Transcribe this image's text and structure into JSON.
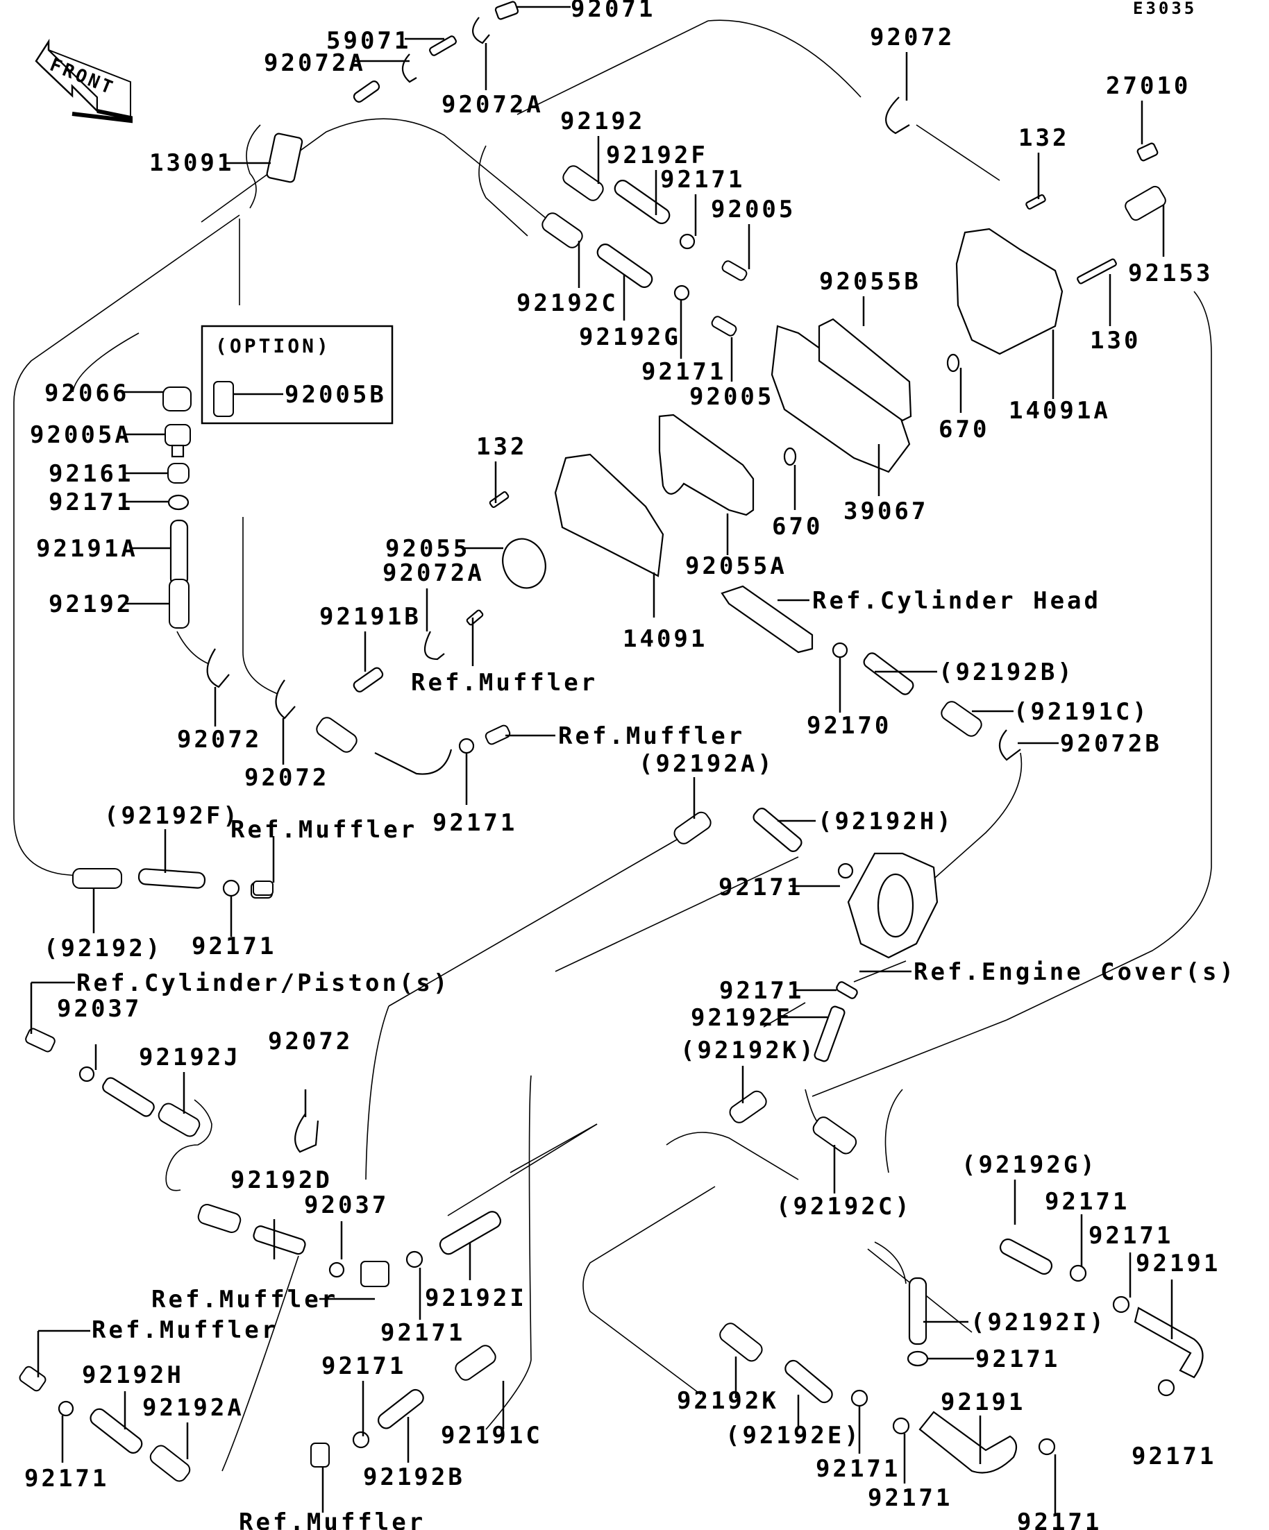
{
  "diagram": {
    "code": "E3035",
    "front_arrow": "FRONT",
    "option_box_title": "(OPTION)",
    "labels": [
      {
        "id": "l-92071",
        "text": "92071"
      },
      {
        "id": "l-59071",
        "text": "59071"
      },
      {
        "id": "l-92072A-1",
        "text": "92072A"
      },
      {
        "id": "l-92072A-2",
        "text": "92072A"
      },
      {
        "id": "l-13091",
        "text": "13091"
      },
      {
        "id": "l-92072-top",
        "text": "92072"
      },
      {
        "id": "l-27010",
        "text": "27010"
      },
      {
        "id": "l-132-top",
        "text": "132"
      },
      {
        "id": "l-92153",
        "text": "92153"
      },
      {
        "id": "l-130",
        "text": "130"
      },
      {
        "id": "l-14091A",
        "text": "14091A"
      },
      {
        "id": "l-92192-top",
        "text": "92192"
      },
      {
        "id": "l-92192F-top",
        "text": "92192F"
      },
      {
        "id": "l-92171-top",
        "text": "92171"
      },
      {
        "id": "l-92005-top",
        "text": "92005"
      },
      {
        "id": "l-92055B",
        "text": "92055B"
      },
      {
        "id": "l-92192C-top",
        "text": "92192C"
      },
      {
        "id": "l-92192G-top",
        "text": "92192G"
      },
      {
        "id": "l-92171-mid",
        "text": "92171"
      },
      {
        "id": "l-92005-mid",
        "text": "92005"
      },
      {
        "id": "l-670-right",
        "text": "670"
      },
      {
        "id": "l-670-mid",
        "text": "670"
      },
      {
        "id": "l-39067",
        "text": "39067"
      },
      {
        "id": "l-92066",
        "text": "92066"
      },
      {
        "id": "l-92005B",
        "text": "92005B"
      },
      {
        "id": "l-92005A",
        "text": "92005A"
      },
      {
        "id": "l-92161",
        "text": "92161"
      },
      {
        "id": "l-92171-left",
        "text": "92171"
      },
      {
        "id": "l-92191A",
        "text": "92191A"
      },
      {
        "id": "l-92192-left",
        "text": "92192"
      },
      {
        "id": "l-132-mid",
        "text": "132"
      },
      {
        "id": "l-92055",
        "text": "92055"
      },
      {
        "id": "l-92072A-3",
        "text": "92072A"
      },
      {
        "id": "l-92055A",
        "text": "92055A"
      },
      {
        "id": "l-14091",
        "text": "14091"
      },
      {
        "id": "l-ref-cyl-head",
        "text": "Ref.Cylinder Head"
      },
      {
        "id": "l-92191B",
        "text": "92191B"
      },
      {
        "id": "l-ref-muffler-1",
        "text": "Ref.Muffler"
      },
      {
        "id": "l-92192B-p",
        "text": "(92192B)"
      },
      {
        "id": "l-92170",
        "text": "92170"
      },
      {
        "id": "l-92191C-p",
        "text": "(92191C)"
      },
      {
        "id": "l-92072B",
        "text": "92072B"
      },
      {
        "id": "l-92072-a",
        "text": "92072"
      },
      {
        "id": "l-92072-b",
        "text": "92072"
      },
      {
        "id": "l-ref-muffler-2",
        "text": "Ref.Muffler"
      },
      {
        "id": "l-92171-c",
        "text": "92171"
      },
      {
        "id": "l-92192A-p",
        "text": "(92192A)"
      },
      {
        "id": "l-92192H-p",
        "text": "(92192H)"
      },
      {
        "id": "l-92192F-p",
        "text": "(92192F)"
      },
      {
        "id": "l-ref-muffler-3",
        "text": "Ref.Muffler"
      },
      {
        "id": "l-92171-d",
        "text": "92171"
      },
      {
        "id": "l-92192-p",
        "text": "(92192)"
      },
      {
        "id": "l-92171-e",
        "text": "92171"
      },
      {
        "id": "l-ref-engine-cover",
        "text": "Ref.Engine Cover(s)"
      },
      {
        "id": "l-ref-cyl-piston",
        "text": "Ref.Cylinder/Piston(s)"
      },
      {
        "id": "l-92037-a",
        "text": "92037"
      },
      {
        "id": "l-92171-f",
        "text": "92171"
      },
      {
        "id": "l-92192E",
        "text": "92192E"
      },
      {
        "id": "l-92192K-p",
        "text": "(92192K)"
      },
      {
        "id": "l-92192J",
        "text": "92192J"
      },
      {
        "id": "l-92072-c",
        "text": "92072"
      },
      {
        "id": "l-92192D",
        "text": "92192D"
      },
      {
        "id": "l-92037-b",
        "text": "92037"
      },
      {
        "id": "l-92192C-p",
        "text": "(92192C)"
      },
      {
        "id": "l-92192G-p",
        "text": "(92192G)"
      },
      {
        "id": "l-92171-g",
        "text": "92171"
      },
      {
        "id": "l-92171-h",
        "text": "92171"
      },
      {
        "id": "l-92191-r",
        "text": "92191"
      },
      {
        "id": "l-ref-muffler-4",
        "text": "Ref.Muffler"
      },
      {
        "id": "l-92192I",
        "text": "92192I"
      },
      {
        "id": "l-92171-i",
        "text": "92171"
      },
      {
        "id": "l-92192I-p",
        "text": "(92192I)"
      },
      {
        "id": "l-92171-j",
        "text": "92171"
      },
      {
        "id": "l-ref-muffler-5",
        "text": "Ref.Muffler"
      },
      {
        "id": "l-92192H",
        "text": "92192H"
      },
      {
        "id": "l-92192A",
        "text": "92192A"
      },
      {
        "id": "l-92171-k",
        "text": "92171"
      },
      {
        "id": "l-92171-l",
        "text": "92171"
      },
      {
        "id": "l-92191C",
        "text": "92191C"
      },
      {
        "id": "l-92192B",
        "text": "92192B"
      },
      {
        "id": "l-ref-muffler-6",
        "text": "Ref.Muffler"
      },
      {
        "id": "l-92192K",
        "text": "92192K"
      },
      {
        "id": "l-92192E-p",
        "text": "(92192E)"
      },
      {
        "id": "l-92171-m",
        "text": "92171"
      },
      {
        "id": "l-92191-b",
        "text": "92191"
      },
      {
        "id": "l-92171-n",
        "text": "92171"
      },
      {
        "id": "l-92171-o",
        "text": "92171"
      },
      {
        "id": "l-92171-p",
        "text": "92171"
      }
    ]
  }
}
